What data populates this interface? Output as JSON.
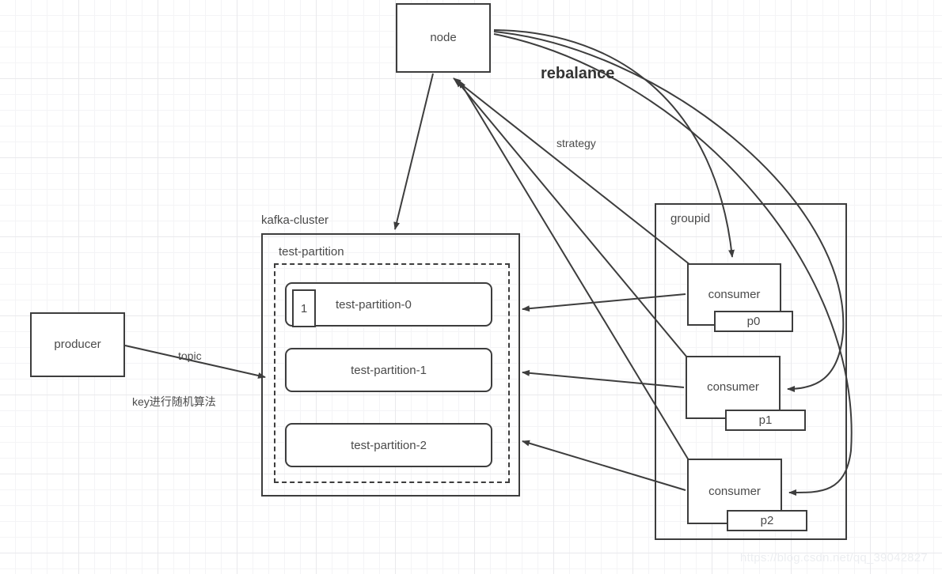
{
  "diagram": {
    "title": "Kafka partition / consumer-group rebalance diagram",
    "watermark": "https://blog.csdn.net/qq_39042827",
    "colors": {
      "stroke": "#3d3d3d",
      "text": "#4a4a4a",
      "background": "#ffffff",
      "grid_minor": "#f4f4f6",
      "grid_major": "#e9e9ec",
      "watermark": "#eceef1"
    }
  },
  "nodes": {
    "node_broker": {
      "label": "node"
    },
    "producer": {
      "label": "producer"
    },
    "kafka_cluster": {
      "label": "kafka-cluster"
    },
    "test_partition_group": {
      "label": "test-partition"
    },
    "groupid": {
      "label": "groupid"
    }
  },
  "partitions": [
    {
      "label": "test-partition-0",
      "badge": "1"
    },
    {
      "label": "test-partition-1",
      "badge": ""
    },
    {
      "label": "test-partition-2",
      "badge": ""
    }
  ],
  "consumers": [
    {
      "label": "consumer",
      "partition": "p0"
    },
    {
      "label": "consumer",
      "partition": "p1"
    },
    {
      "label": "consumer",
      "partition": "p2"
    }
  ],
  "edge_labels": {
    "rebalance": "rebalance",
    "strategy": "strategy",
    "topic": "topic",
    "key_algorithm": "key进行随机算法"
  }
}
